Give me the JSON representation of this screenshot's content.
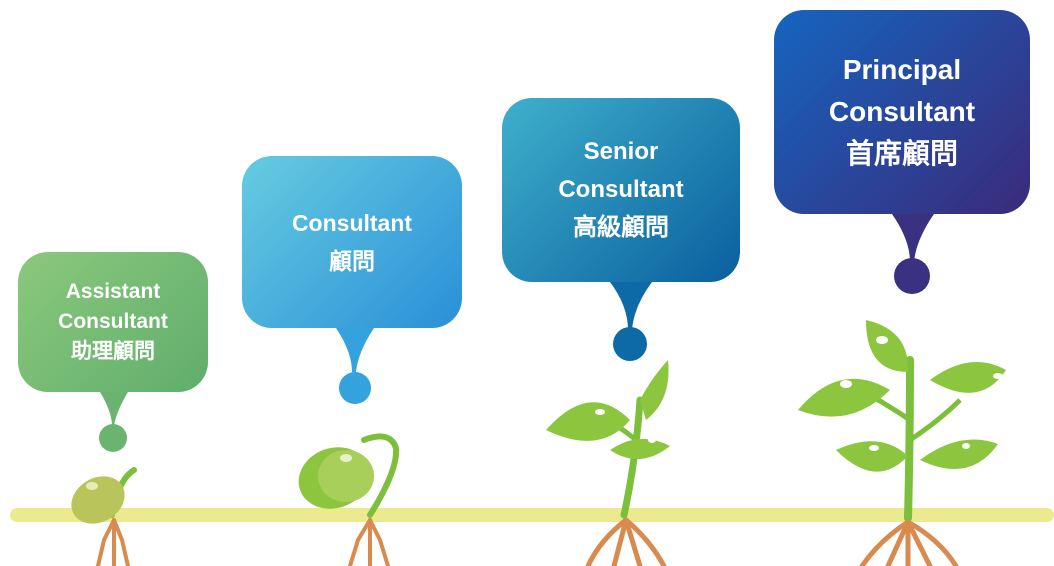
{
  "stages": [
    {
      "line1": "Assistant",
      "line2": "Consultant",
      "line3": "助理顧問",
      "color_from": "#8cc87d",
      "color_to": "#5fae6c"
    },
    {
      "line1": "Consultant",
      "line2": "顧問",
      "line3": "",
      "color_from": "#66cce0",
      "color_to": "#2a8fd8"
    },
    {
      "line1": "Senior",
      "line2": "Consultant",
      "line3": "高級顧問",
      "color_from": "#3fb0cc",
      "color_to": "#0a5f9e"
    },
    {
      "line1": "Principal",
      "line2": "Consultant",
      "line3": "首席顧問",
      "color_from": "#1565c0",
      "color_to": "#3b2a7a"
    }
  ],
  "colors": {
    "ground": "#ecea8e",
    "leaf": "#8cc63f",
    "leaf_dark": "#6aa832",
    "stem": "#7bbf3a",
    "root": "#d98a4e",
    "seed": "#b9c45a"
  }
}
